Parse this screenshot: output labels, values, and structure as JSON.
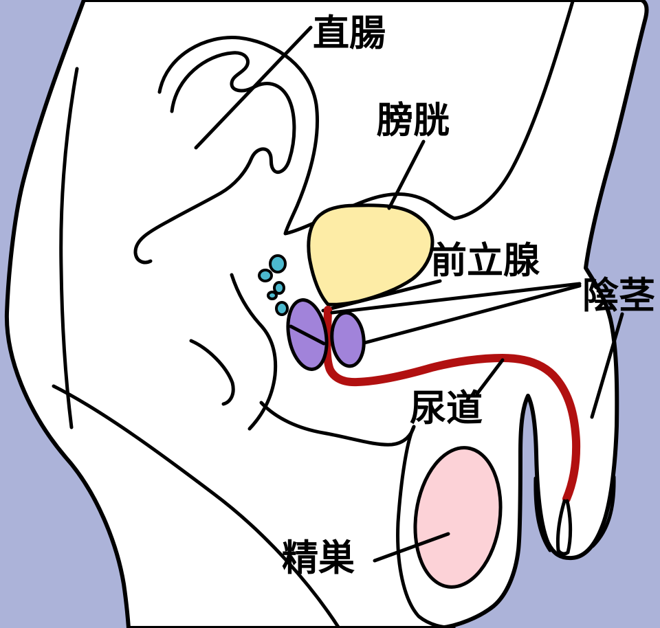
{
  "labels": {
    "rectum": "直腸",
    "bladder": "膀胱",
    "prostate": "前立腺",
    "penis": "陰茎",
    "urethra": "尿道",
    "testis": "精巣"
  },
  "colors": {
    "background": "#acb3d9",
    "body": "#ffffff",
    "outline": "#000000",
    "bladder": "#fdeca6",
    "prostate": "#a183da",
    "urethra_line": "#b11010",
    "testis": "#fcd2d7",
    "vesicle_dots": "#4cb9ce"
  }
}
